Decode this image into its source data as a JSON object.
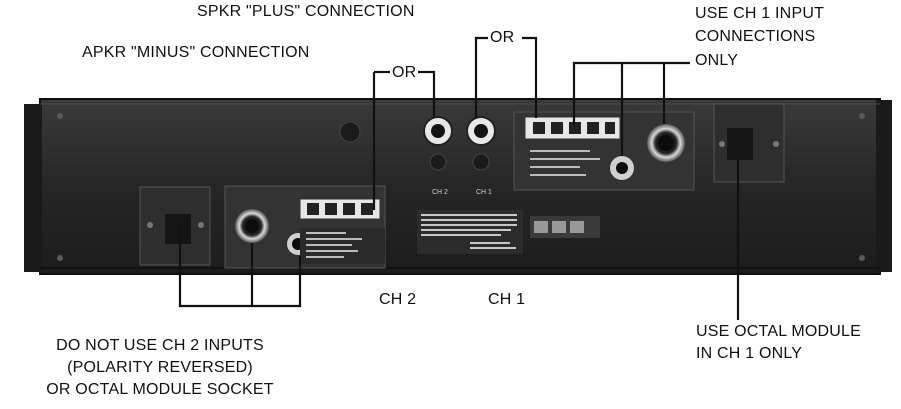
{
  "callouts": {
    "spkr_plus": "SPKR \"PLUS\" CONNECTION",
    "apkr_minus": "APKR \"MINUS\" CONNECTION",
    "or_left": "OR",
    "or_right": "OR",
    "use_ch1_inputs": [
      "USE CH 1 INPUT",
      "CONNECTIONS",
      "ONLY"
    ],
    "do_not_use_ch2": [
      "DO NOT USE CH 2 INPUTS",
      "(POLARITY REVERSED)",
      "OR OCTAL MODULE SOCKET"
    ],
    "use_octal": [
      "USE OCTAL MODULE",
      "IN CH 1 ONLY"
    ],
    "ch2": "CH 2",
    "ch1": "CH 1"
  },
  "panel": {
    "jack_label_ch2": "CH 2",
    "jack_label_ch1": "CH 1",
    "input_label_ch2": "CH 2",
    "input_label_ch1": "CH 1"
  },
  "colors": {
    "panel": "#2a2a2a",
    "panel_edge": "#0e0e0e",
    "line": "#111111"
  }
}
